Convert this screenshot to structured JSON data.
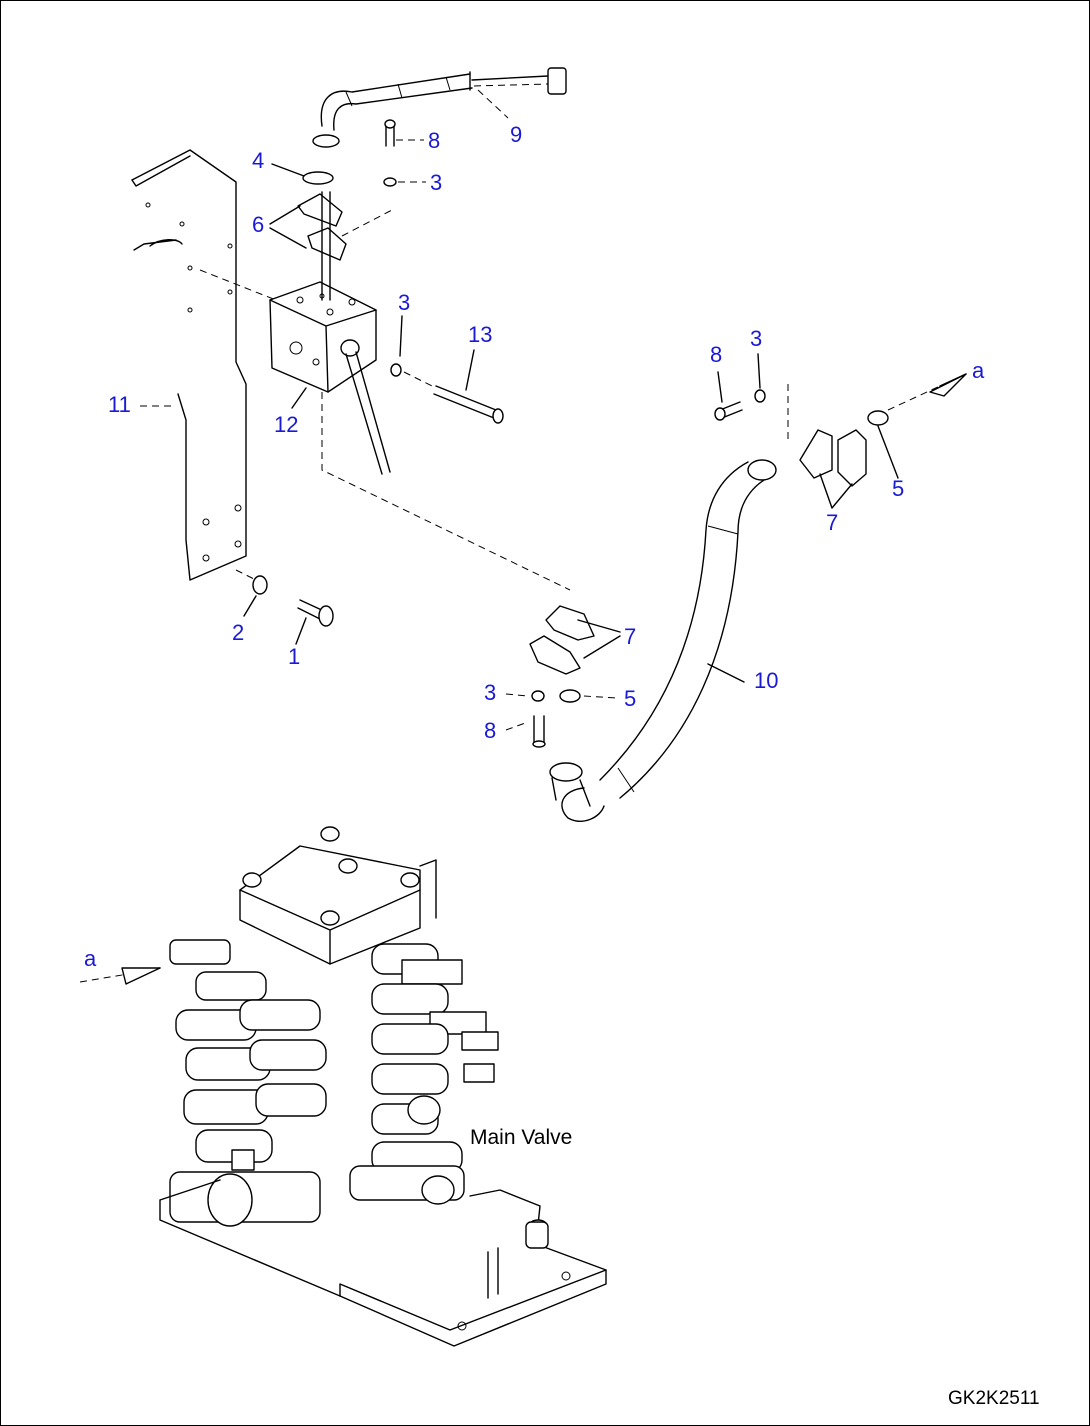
{
  "diagram": {
    "callouts": {
      "c1": "1",
      "c2": "2",
      "c3a": "3",
      "c3b": "3",
      "c3c": "3",
      "c3d": "3",
      "c4": "4",
      "c5a": "5",
      "c5b": "5",
      "c6": "6",
      "c7a": "7",
      "c7b": "7",
      "c8a": "8",
      "c8b": "8",
      "c8c": "8",
      "c9": "9",
      "c10": "10",
      "c11": "11",
      "c12": "12",
      "c13": "13"
    },
    "arrow_label_top": "a",
    "arrow_label_bottom": "a",
    "main_valve_label": "Main Valve",
    "drawing_code": "GK2K2511",
    "colors": {
      "callout": "#1a1ad6",
      "line": "#000000"
    }
  }
}
